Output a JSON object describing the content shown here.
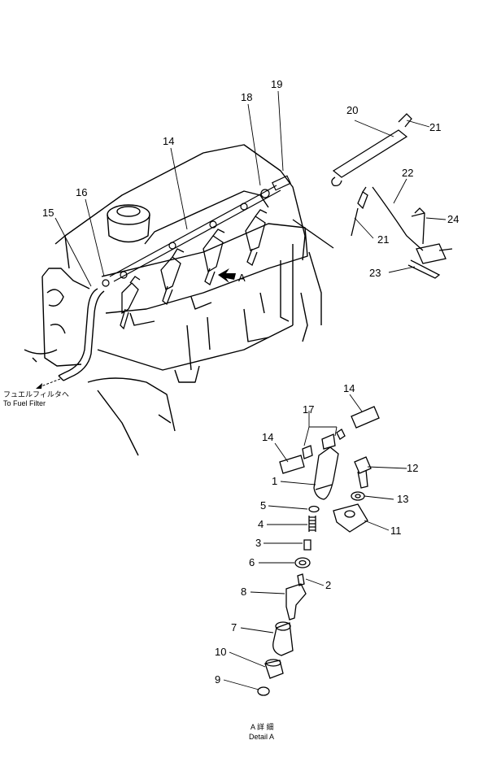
{
  "diagram": {
    "fuel_filter_label_jp": "フュエルフィルタヘ",
    "fuel_filter_label_en": "To Fuel Filter",
    "view_marker": "A",
    "detail_caption_jp": "A 詳 細",
    "detail_caption_en": "Detail A",
    "callouts": [
      "1",
      "2",
      "3",
      "4",
      "5",
      "6",
      "7",
      "8",
      "9",
      "10",
      "11",
      "12",
      "13",
      "14",
      "14",
      "14",
      "15",
      "16",
      "17",
      "18",
      "19",
      "20",
      "21",
      "21",
      "22",
      "23",
      "24"
    ]
  }
}
